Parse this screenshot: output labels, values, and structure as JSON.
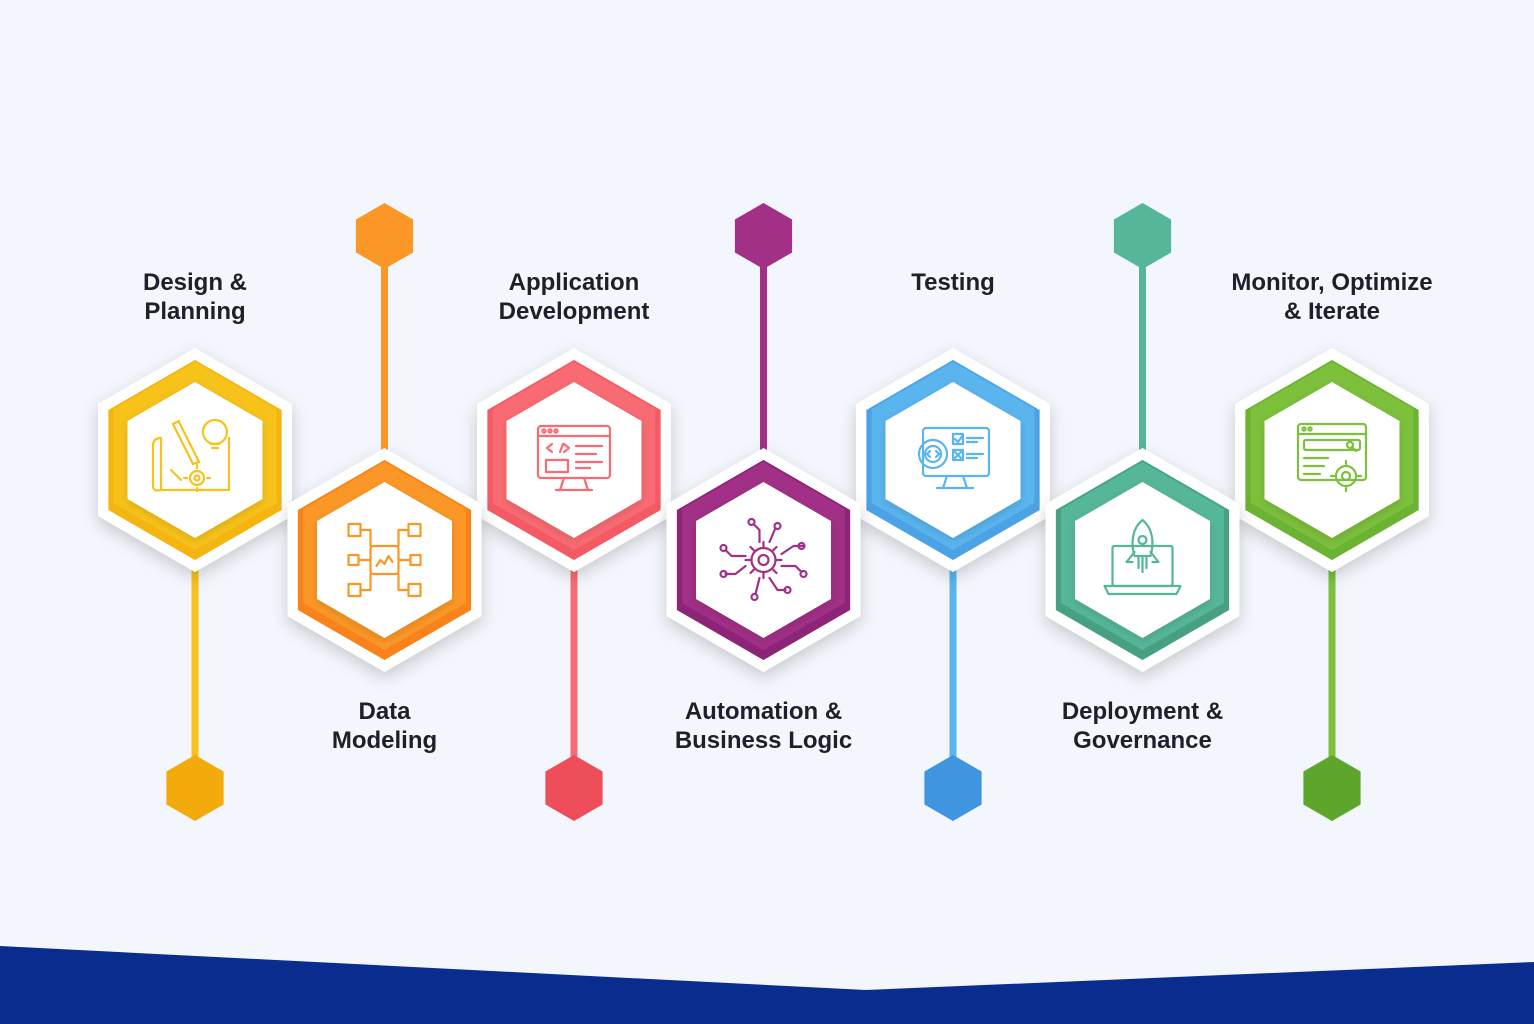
{
  "steps": [
    {
      "title": [
        "Design &",
        "Planning"
      ],
      "icon": "blueprint-lightbulb-gear-icon",
      "color": "#f7c21a",
      "color_dark": "#f2ab0b"
    },
    {
      "title": [
        "Data",
        "Modeling"
      ],
      "icon": "data-model-flow-icon",
      "color": "#fb9726",
      "color_dark": "#f57314"
    },
    {
      "title": [
        "Application",
        "Development"
      ],
      "icon": "web-code-monitor-icon",
      "color": "#f96b72",
      "color_dark": "#ee4d5a"
    },
    {
      "title": [
        "Automation &",
        "Business Logic"
      ],
      "icon": "gear-circuit-icon",
      "color": "#a13086",
      "color_dark": "#7c1c6b"
    },
    {
      "title": [
        "Testing"
      ],
      "icon": "testing-monitor-checklist-icon",
      "color": "#5ab4ee",
      "color_dark": "#3f95df"
    },
    {
      "title": [
        "Deployment &",
        "Governance"
      ],
      "icon": "rocket-laptop-icon",
      "color": "#56b69a",
      "color_dark": "#3c8e70"
    },
    {
      "title": [
        "Monitor, Optimize",
        "& Iterate"
      ],
      "icon": "browser-search-gear-icon",
      "color": "#7cc03c",
      "color_dark": "#5ea52c"
    }
  ],
  "colors": {
    "background": "#f3f6fc",
    "footer_band": "#0b2c8f",
    "label_text": "#1f1f2b"
  }
}
